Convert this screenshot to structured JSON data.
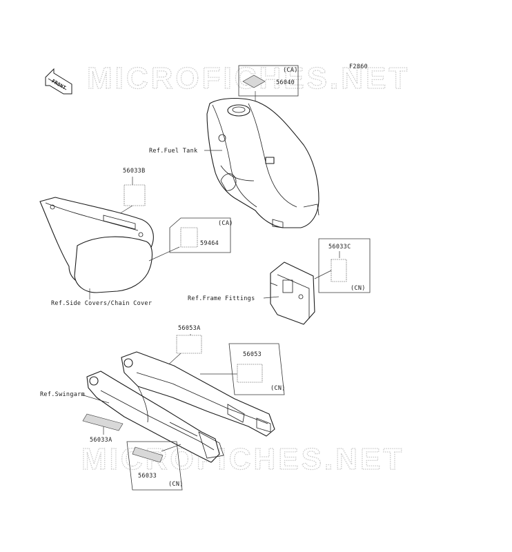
{
  "figure_code": "F2860",
  "watermark_text": "MICROFICHES.NET",
  "front_arrow": {
    "label": "FRONT"
  },
  "references": {
    "fuel_tank": "Ref.Fuel Tank",
    "side_covers": "Ref.Side Covers/Chain Cover",
    "frame_fittings": "Ref.Frame Fittings",
    "swingarm": "Ref.Swingarm"
  },
  "labels": {
    "p56040": {
      "part": "56040",
      "region": "(CA)"
    },
    "p56033B": {
      "part": "56033B"
    },
    "p59464": {
      "part": "59464",
      "region": "(CA)"
    },
    "p56033C": {
      "part": "56033C",
      "region": "(CN)"
    },
    "p56053A": {
      "part": "56053A"
    },
    "p56053": {
      "part": "56053",
      "region": "(CN)"
    },
    "p56033A": {
      "part": "56033A"
    },
    "p56033": {
      "part": "56033",
      "region": "(CN)"
    }
  }
}
